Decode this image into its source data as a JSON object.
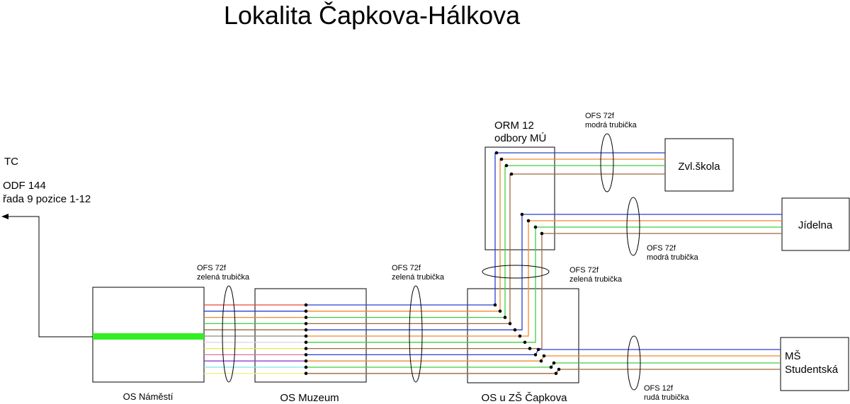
{
  "title": "Lokalita Čapkova-Hálkova",
  "tc": {
    "name": "TC",
    "odf": "ODF 144",
    "row": "řada 9 pozice 1-12"
  },
  "nodes": {
    "os_namesti": "OS Náměstí",
    "os_muzeum": "OS Muzeum",
    "os_zs_capkova": "OS u ZŠ Čapkova",
    "orm_line1": "ORM 12",
    "orm_line2": "odbory MÚ",
    "zvl_skola": "Zvl.škola",
    "jidelna": "Jídelna",
    "ms_line1": "MŠ",
    "ms_line2": "Studentská"
  },
  "cables": {
    "c1_type": "OFS 72f",
    "c1_tube": "zelená trubička",
    "c2_type": "OFS 72f",
    "c2_tube": "zelená trubička",
    "c3_type": "OFS 72f",
    "c3_tube": "zelená trubička",
    "c4_type": "OFS 72f",
    "c4_tube": "modrá trubička",
    "c5_type": "OFS 72f",
    "c5_tube": "modrá trubička",
    "c6_type": "OFS 12f",
    "c6_tube": "rudá trubička"
  },
  "colors": {
    "fibers": [
      "#e8473a",
      "#2f3fd0",
      "#f08a2a",
      "#3fcf3f",
      "#a0673a",
      "#8a8a8a",
      "#dcdcdc",
      "#e8e84a",
      "#e06fa8",
      "#8a3fd0",
      "#7fe8e8",
      "#f0f08a"
    ],
    "green_bar": "#33ee22"
  }
}
